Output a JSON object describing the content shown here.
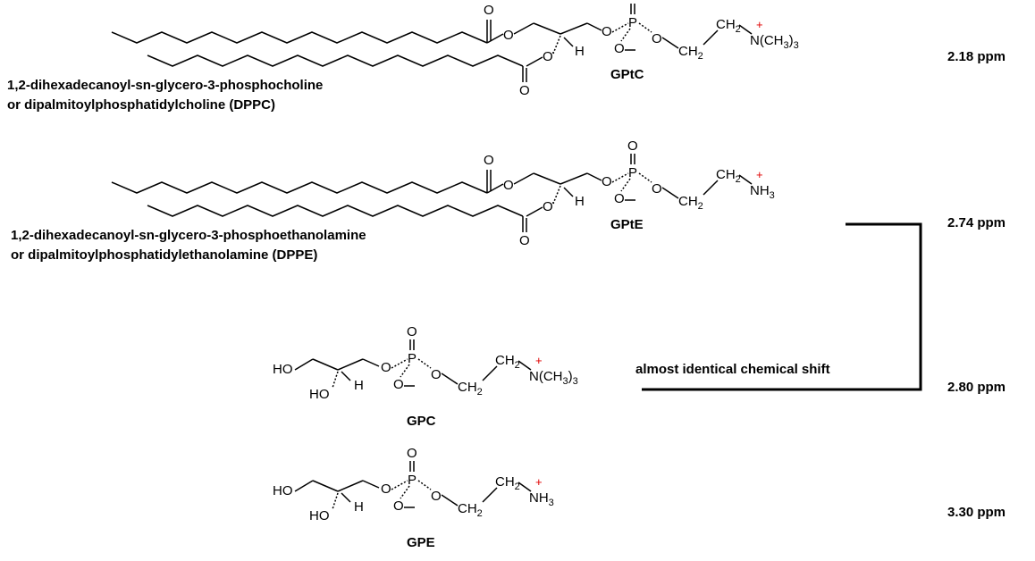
{
  "molecules": {
    "dppc": {
      "abbrev": "GPtC",
      "name_line1": "1,2-dihexadecanoyl-sn-glycero-3-phosphocholine",
      "name_line2": "or dipalmitoylphosphatidylcholine (DPPC)",
      "ppm": "2.18 ppm",
      "cation": "N(CH",
      "cation_sub": "3",
      "cation_tail": ")",
      "cation_tail_sub": "3"
    },
    "dppe": {
      "abbrev": "GPtE",
      "name_line1": "1,2-dihexadecanoyl-sn-glycero-3-phosphoethanolamine",
      "name_line2": "or dipalmitoylphosphatidylethanolamine (DPPE)",
      "ppm": "2.74 ppm",
      "cation": "NH",
      "cation_sub": "3"
    },
    "gpc": {
      "abbrev": "GPC",
      "ppm": "2.80 ppm",
      "cation": "N(CH",
      "cation_sub": "3",
      "cation_tail": ")",
      "cation_tail_sub": "3"
    },
    "gpe": {
      "abbrev": "GPE",
      "ppm": "3.30 ppm",
      "cation": "NH",
      "cation_sub": "3"
    }
  },
  "annotation": "almost identical chemical shift",
  "atoms": {
    "O": "O",
    "P": "P",
    "H": "H",
    "HO": "HO",
    "CH": "CH",
    "sub2": "2",
    "plus": "+"
  }
}
